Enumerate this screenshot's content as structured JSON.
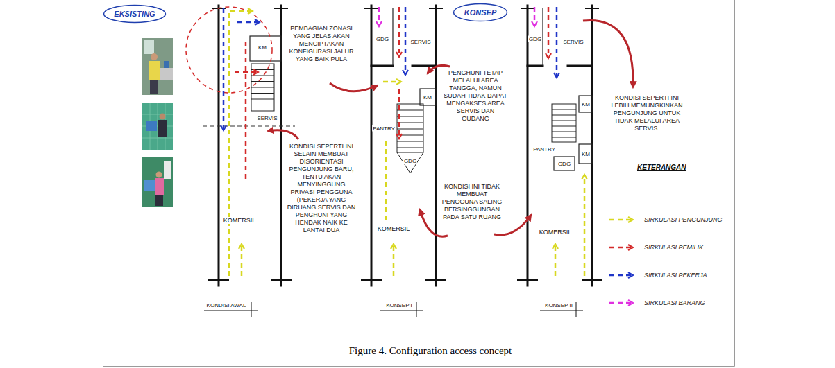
{
  "diagram": {
    "caption": "Figure 4. Configuration access concept",
    "nodes": [
      {
        "text": [
          "EKSISTING"
        ]
      },
      {
        "text": [
          "KONSEP"
        ]
      }
    ],
    "labels": [
      "KM",
      "SERVIS",
      "KOMERSIL",
      "KONDISI AWAL",
      "PEMBAGIAN ZONASI YANG JELAS AKAN MENCIPTAKAN KONFIGURASI JALUR YANG BAIK PULA",
      "KONDISI SEPERTI INI SELAIN MEMBUAT DISORIENTASI PENGUNJUNG BARU, TENTU AKAN MENYINGGUNG PRIVASI PENGGUNA (PEKERJA YANG DIRUANG SERVIS DAN PENGHUNI YANG HENDAK NAIK KE LANTAI DUA",
      "GDG",
      "SERVIS",
      "KM",
      "PANTRY",
      "GDG",
      "KOMERSIL",
      "KONSEP I",
      "PENGHUNI TETAP MELALUI AREA TANGGA, NAMUN SUDAH TIDAK DAPAT MENGAKSES AREA SERVIS DAN GUDANG",
      "KONDISI INI TIDAK MEMBUAT PENGGUNA SALING BERSINGGUNGAN PADA SATU RUANG",
      "GDG",
      "SERVIS",
      "KM",
      "PANTRY",
      "KM",
      "GDG",
      "KOMERSIL",
      "KONSEP II",
      "KONDISI SEPERTI INI LEBIH MEMUNGKINKAN PENGUNJUNG UNTUK TIDAK MELALUI AREA SERVIS.",
      "KETERANGAN"
    ],
    "legend": [
      {
        "text": "SIRKULASI PENGUNJUNG"
      },
      {
        "text": "SIRKULASI PEMILIK"
      },
      {
        "text": "SIRKULASI PEKERJA"
      },
      {
        "text": "SIRKULASI BARANG"
      }
    ]
  }
}
